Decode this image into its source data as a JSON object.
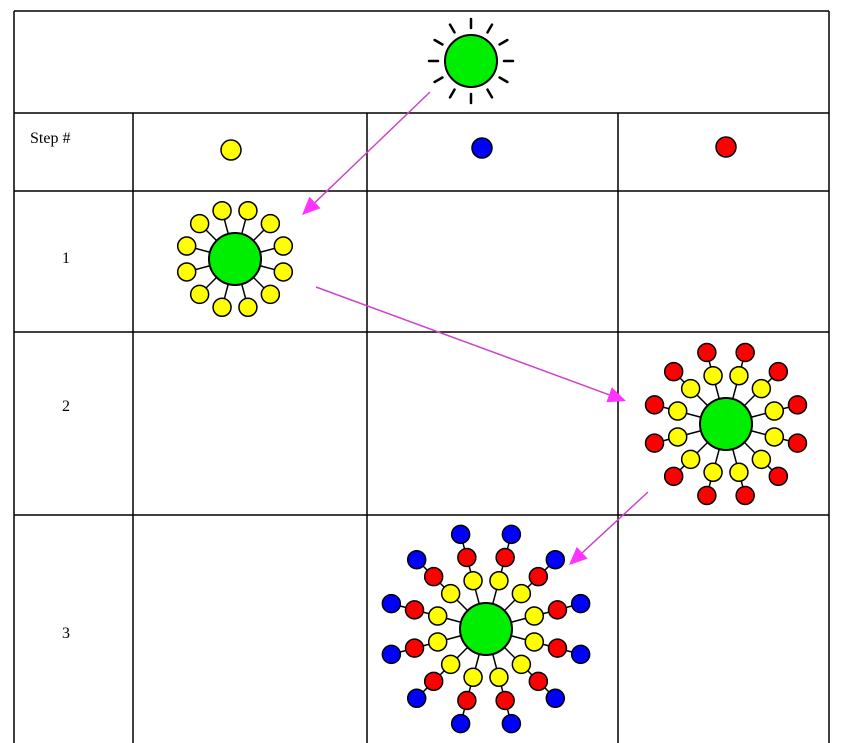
{
  "table": {
    "header_label": "Step #",
    "row_labels": [
      "1",
      "2",
      "3"
    ],
    "column_markers": [
      {
        "name": "yellow-marker",
        "color": "#ffff00"
      },
      {
        "name": "blue-marker",
        "color": "#0000ff"
      },
      {
        "name": "red-marker",
        "color": "#ff0000"
      }
    ]
  },
  "colors": {
    "core": "#00ee00",
    "yellow": "#ffff00",
    "blue": "#0000ff",
    "red": "#ff0000",
    "arrow": "#cc44cc",
    "arrowhead": "#ff33ff",
    "line": "#000000"
  },
  "clusters": [
    {
      "id": "initial",
      "rings": []
    },
    {
      "id": "step-1",
      "rings": [
        "yellow"
      ]
    },
    {
      "id": "step-2",
      "rings": [
        "yellow",
        "red"
      ]
    },
    {
      "id": "step-3",
      "rings": [
        "yellow",
        "red",
        "blue"
      ]
    }
  ],
  "arrows": [
    {
      "id": "arrow-initial-to-step-1",
      "from": "initial",
      "to": "step-1"
    },
    {
      "id": "arrow-step-1-to-step-2",
      "from": "step-1",
      "to": "step-2"
    },
    {
      "id": "arrow-step-2-to-step-3",
      "from": "step-2",
      "to": "step-3"
    }
  ]
}
